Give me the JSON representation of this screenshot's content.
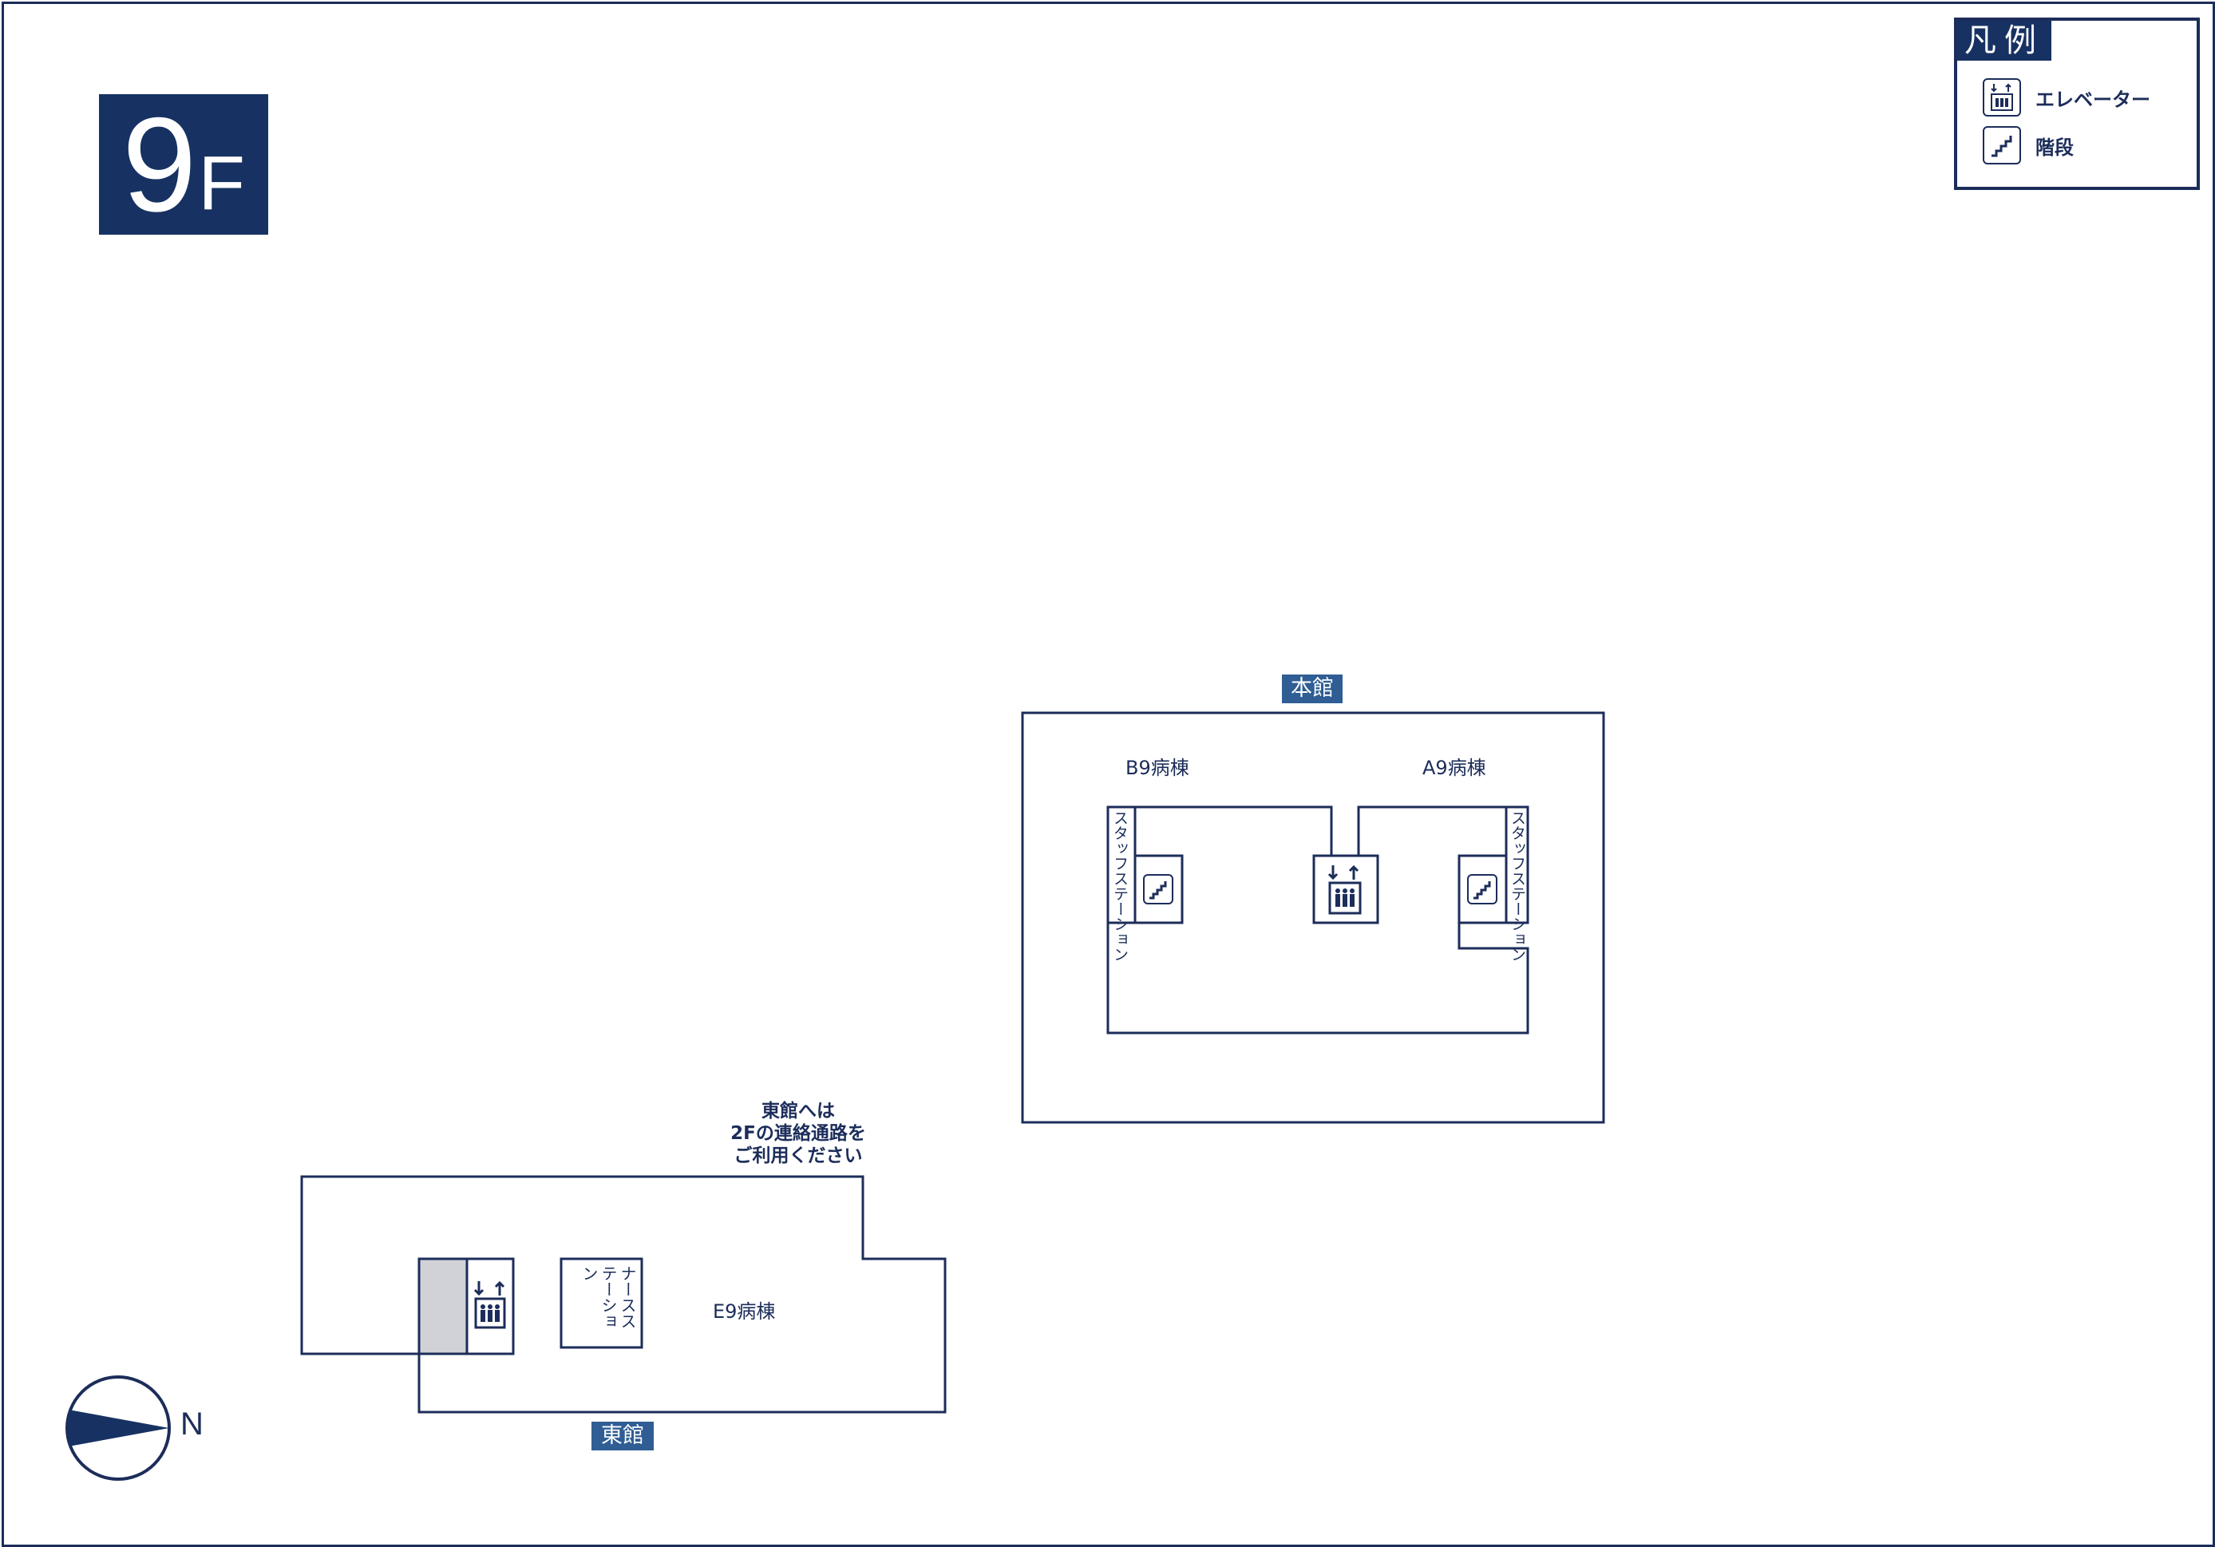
{
  "floor": {
    "number": "9",
    "unit": "F"
  },
  "legend": {
    "title": "凡例",
    "items": [
      {
        "icon": "elevator-icon",
        "label": "エレベーター"
      },
      {
        "icon": "stairs-icon",
        "label": "階段"
      }
    ]
  },
  "buildings": {
    "main": {
      "name": "本館",
      "wards": {
        "b": "B9病棟",
        "a": "A9病棟"
      },
      "staff_station": "スタッフステーション"
    },
    "east": {
      "name": "東館",
      "ward": "E9病棟",
      "nurse_station": "ナースステーション",
      "note": [
        "東館へは",
        "2Fの連絡通路を",
        "ご利用ください"
      ]
    }
  },
  "compass": {
    "label": "N"
  },
  "colors": {
    "navy": "#173262",
    "tag_blue": "#2f5d94",
    "line": "#1c2d5a",
    "gray_area": "#d0d2d8"
  }
}
